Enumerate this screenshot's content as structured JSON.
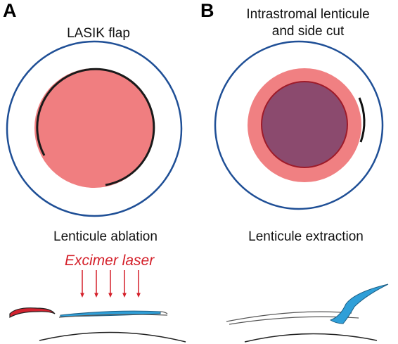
{
  "panels": [
    {
      "letter": "A",
      "title": "LASIK flap",
      "caption": "Lenticule ablation"
    },
    {
      "letter": "B",
      "title_line1": "Intrastromal lenticule",
      "title_line2": "and side cut",
      "caption": "Lenticule extraction"
    }
  ],
  "laser_label": "Excimer laser",
  "colors": {
    "cornea_outline": "#1f4f96",
    "flap_fill": "#f07e80",
    "flap_edge": "#1a1a1a",
    "ring_fill": "#f08082",
    "lenticule_fill": "#8b4a6e",
    "lenticule_edge": "#9e1b2a",
    "laser_red": "#d4202a",
    "lenticule_blue": "#2f9fd8",
    "stroma_line": "#333333"
  }
}
